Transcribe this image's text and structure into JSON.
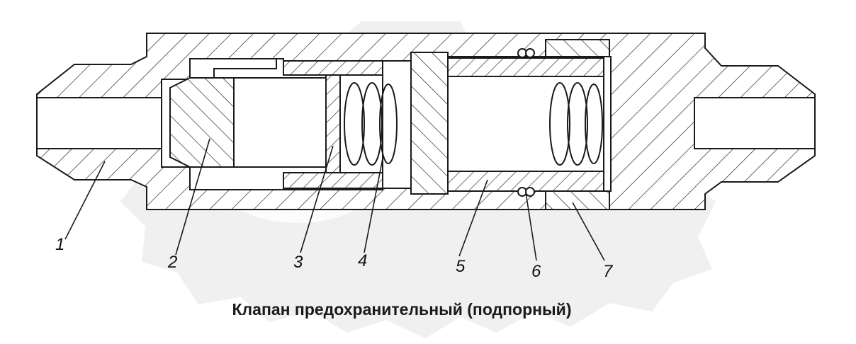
{
  "caption": "Клапан предохранительный (подпорный)",
  "callouts": [
    "1",
    "2",
    "3",
    "4",
    "5",
    "6",
    "7"
  ],
  "watermark": {
    "color": "#e0e0e0",
    "kind": "gear-logo"
  },
  "colors": {
    "outline": "#1a1a1a",
    "hatch": "#2a2a2a",
    "bore": "#ffffff",
    "background": "#ffffff"
  }
}
